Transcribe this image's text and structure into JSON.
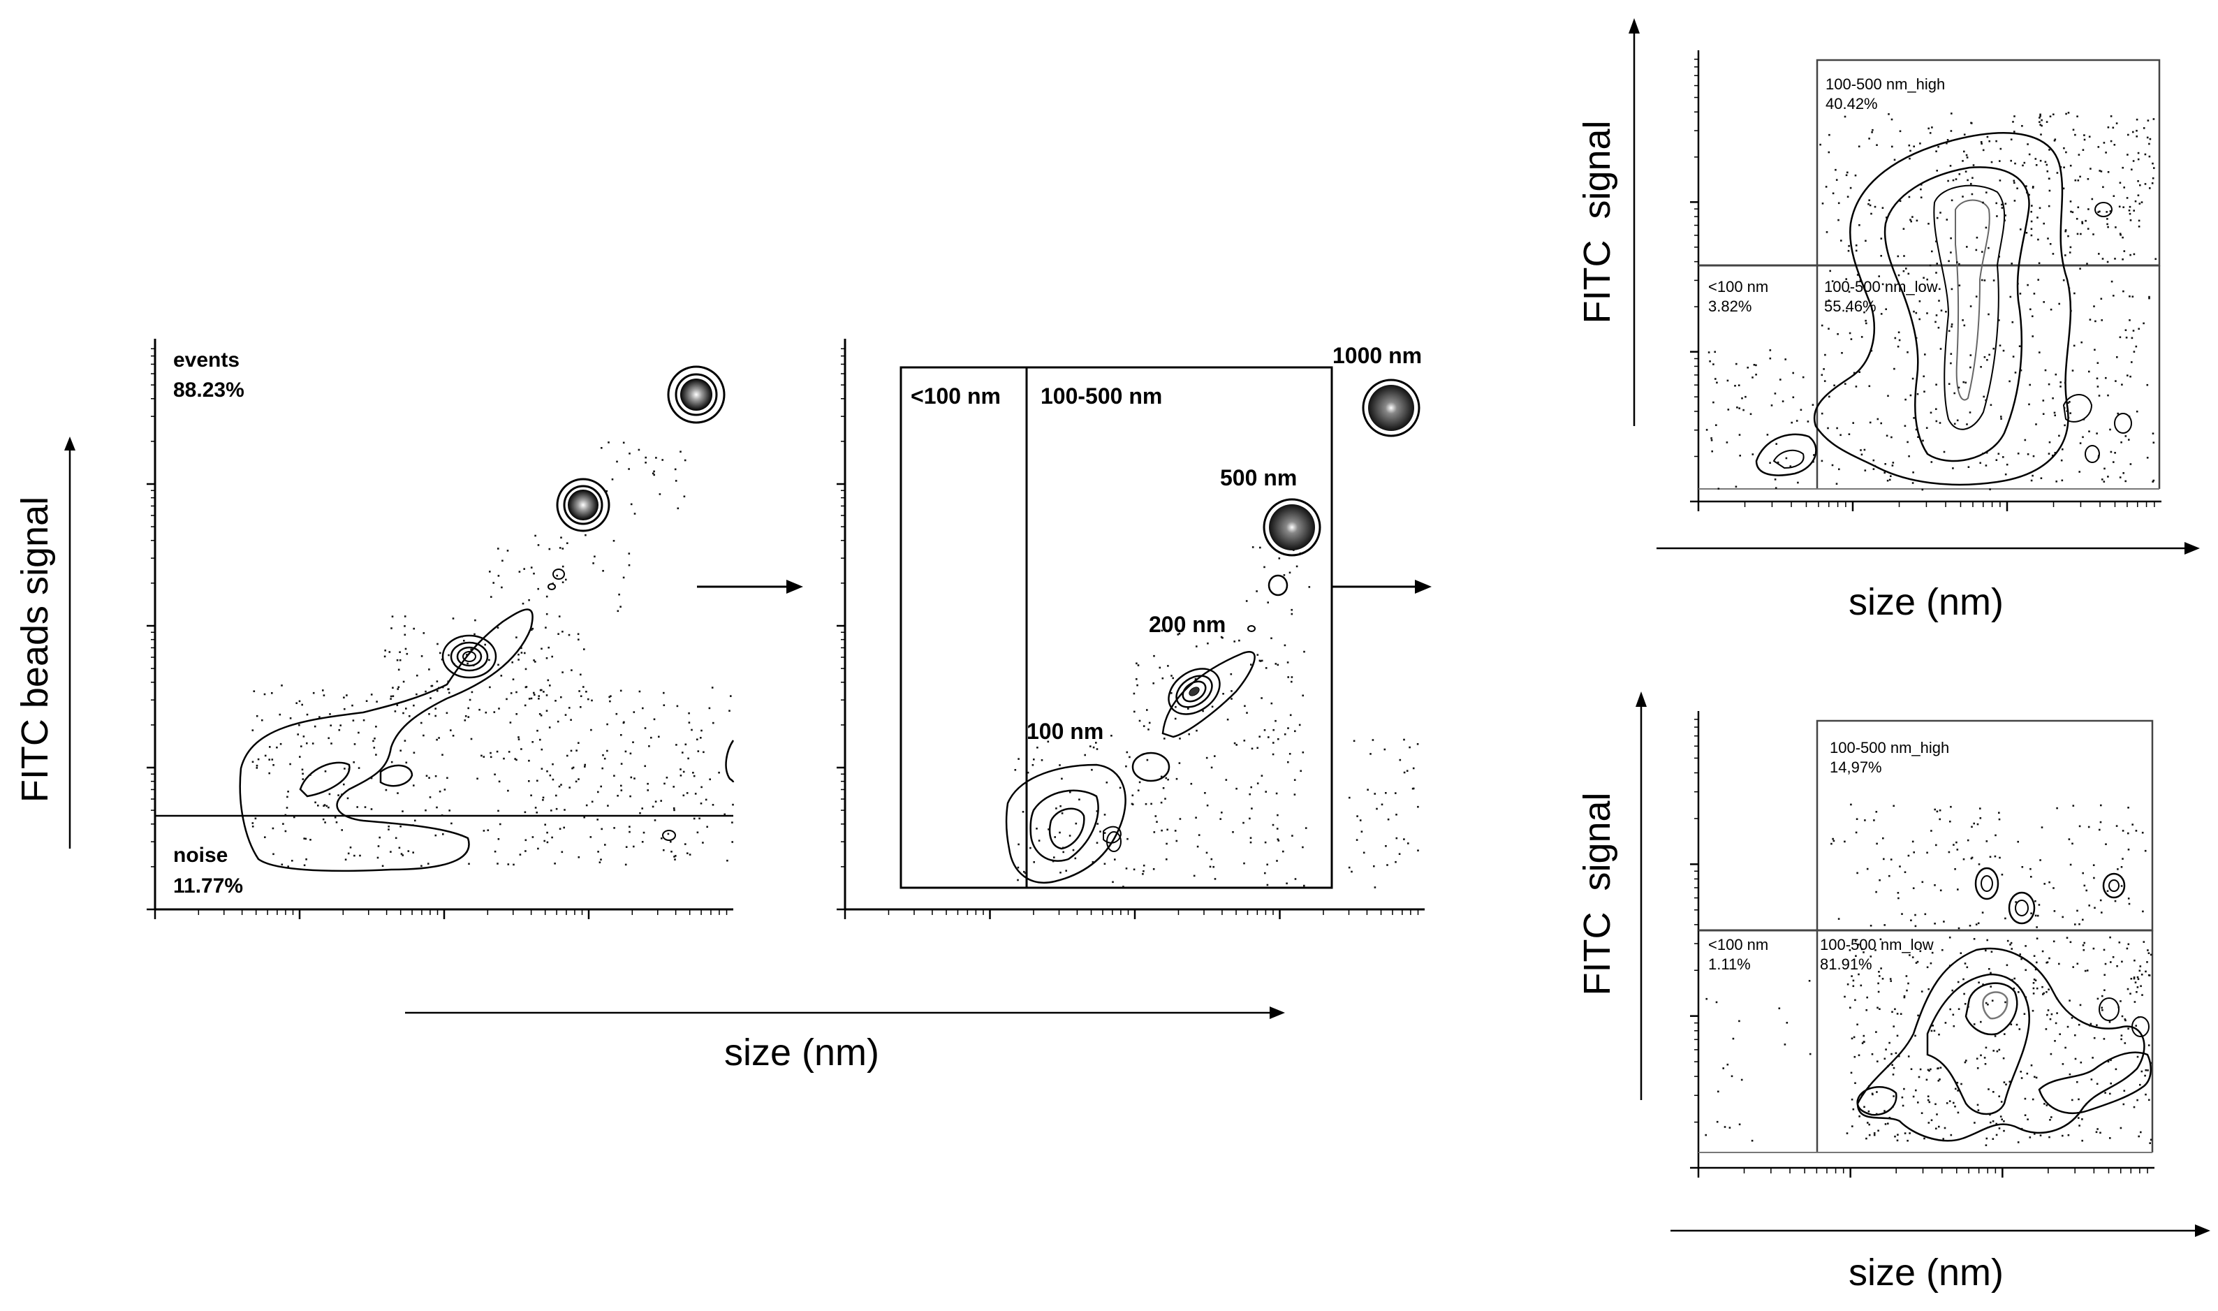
{
  "chart_data": [
    {
      "type": "contour",
      "panel": "left",
      "xlabel": "size (nm)",
      "ylabel": "FITC beads signal",
      "x_scale": "log",
      "y_scale": "log",
      "gates": [
        {
          "name": "events",
          "percent": "88.23%"
        },
        {
          "name": "noise",
          "percent": "11.77%"
        }
      ],
      "annotations": [
        "events",
        "88.23%",
        "noise",
        "11.77%"
      ]
    },
    {
      "type": "contour",
      "panel": "middle",
      "xlabel": "size (nm)",
      "x_scale": "log",
      "y_scale": "log",
      "gates": [
        {
          "name": "<100 nm"
        },
        {
          "name": "100-500 nm"
        }
      ],
      "bead_labels": [
        "100 nm",
        "200 nm",
        "500 nm",
        "1000 nm"
      ]
    },
    {
      "type": "contour",
      "panel": "top-right",
      "xlabel": "size (nm)",
      "ylabel": "FITC  signal",
      "x_scale": "log",
      "y_scale": "log",
      "gates": [
        {
          "name": "100-500 nm_high",
          "percent": "40.42%"
        },
        {
          "name": "<100 nm",
          "percent": "3.82%"
        },
        {
          "name": "100-500 nm_low",
          "percent": "55.46%"
        }
      ]
    },
    {
      "type": "contour",
      "panel": "bottom-right",
      "xlabel": "size (nm)",
      "ylabel": "FITC  signal",
      "x_scale": "log",
      "y_scale": "log",
      "gates": [
        {
          "name": "100-500 nm_high",
          "percent": "14,97%"
        },
        {
          "name": "<100 nm",
          "percent": "1.11%"
        },
        {
          "name": "100-500 nm_low",
          "percent": "81.91%"
        }
      ]
    }
  ],
  "labels": {
    "left_ylabel": "FITC beads signal",
    "bottom_xlabel": "size (nm)",
    "right_top_ylabel": "FITC  signal",
    "right_top_xlabel": "size (nm)",
    "right_bottom_ylabel": "FITC  signal",
    "right_bottom_xlabel": "size (nm)"
  },
  "left": {
    "events_label": "events",
    "events_pct": "88.23%",
    "noise_label": "noise",
    "noise_pct": "11.77%"
  },
  "middle": {
    "gate1": "<100 nm",
    "gate2": "100-500 nm",
    "bead_1000": "1000 nm",
    "bead_500": "500 nm",
    "bead_200": "200 nm",
    "bead_100": "100 nm"
  },
  "top_right": {
    "high_label": "100-500 nm_high",
    "high_pct": "40.42%",
    "small_label": "<100 nm",
    "small_pct": "3.82%",
    "low_label": "100-500 nm_low",
    "low_pct": "55.46%"
  },
  "bottom_right": {
    "high_label": "100-500 nm_high",
    "high_pct": "14,97%",
    "small_label": "<100 nm",
    "small_pct": "1.11%",
    "low_label": "100-500 nm_low",
    "low_pct": "81.91%"
  },
  "colors": {
    "ink": "#000000",
    "gate_gray": "#555555",
    "background": "#ffffff"
  }
}
